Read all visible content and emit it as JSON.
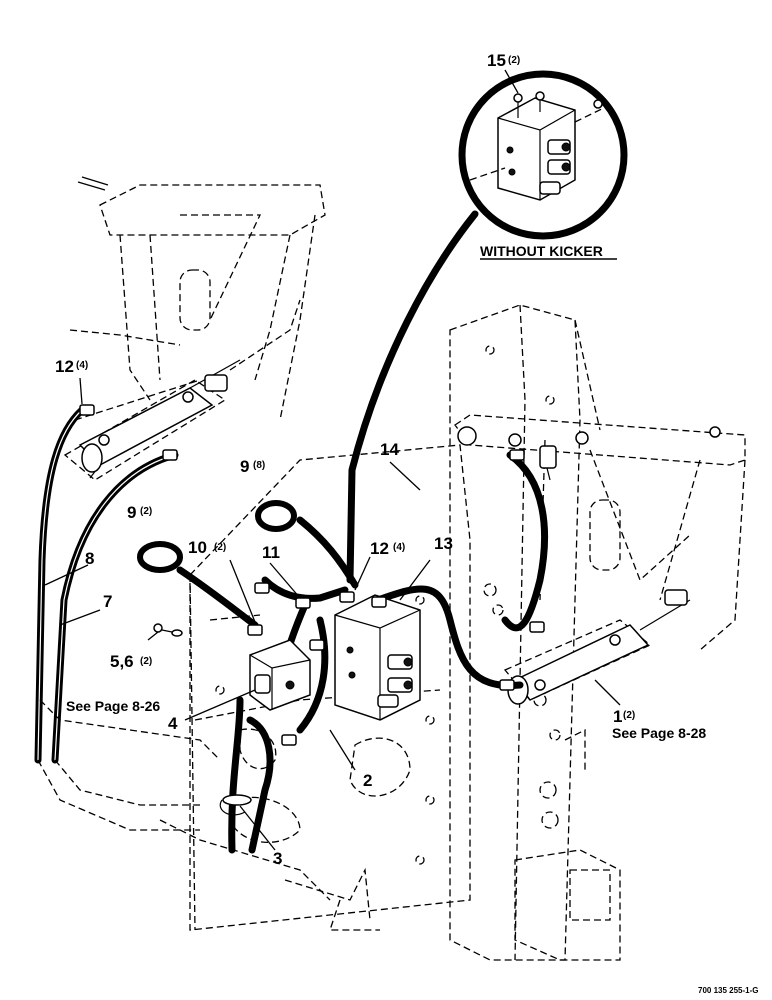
{
  "detail": {
    "title": "WITHOUT KICKER",
    "item_15": {
      "number": "15",
      "qty": "(2)"
    }
  },
  "callouts": {
    "c1": {
      "number": "1",
      "qty": "(2)"
    },
    "c2": {
      "number": "2",
      "qty": ""
    },
    "c3": {
      "number": "3",
      "qty": ""
    },
    "c4": {
      "number": "4",
      "qty": ""
    },
    "c56": {
      "number": "5,6",
      "qty": "(2)"
    },
    "c7": {
      "number": "7",
      "qty": ""
    },
    "c8": {
      "number": "8",
      "qty": ""
    },
    "c9a": {
      "number": "9",
      "qty": "(8)"
    },
    "c9b": {
      "number": "9",
      "qty": "(2)"
    },
    "c10": {
      "number": "10",
      "qty": "(2)"
    },
    "c11": {
      "number": "11",
      "qty": ""
    },
    "c12a": {
      "number": "12",
      "qty": "(4)"
    },
    "c12b": {
      "number": "12",
      "qty": "(4)"
    },
    "c13": {
      "number": "13",
      "qty": ""
    },
    "c14": {
      "number": "14",
      "qty": ""
    }
  },
  "notes": {
    "page_826": "See Page 8-26",
    "page_828": "See Page 8-28"
  },
  "figure_id": "700 135 255-1-G",
  "colors": {
    "ink": "#000000",
    "paper": "#ffffff"
  }
}
